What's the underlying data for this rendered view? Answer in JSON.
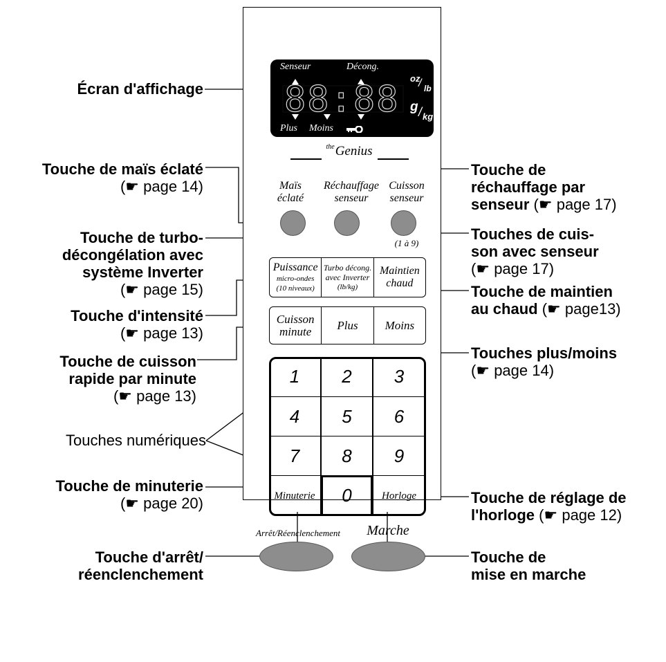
{
  "display": {
    "senseur": "Senseur",
    "decong": "Décong.",
    "digits": "88:88",
    "oz": "oz",
    "lb": "lb",
    "g": "g",
    "kg": "kg",
    "plus": "Plus",
    "moins": "Moins",
    "key_icon": "key-icon"
  },
  "brand": {
    "the": "the",
    "genius": "Genius"
  },
  "top_keys": {
    "mais_l1": "Maïs",
    "mais_l2": "éclaté",
    "rechauffage_l1": "Réchauffage",
    "rechauffage_l2": "senseur",
    "cuisson_l1": "Cuisson",
    "cuisson_l2": "senseur",
    "range": "(1 à 9)"
  },
  "row1": {
    "puissance": "Puissance",
    "micro": "micro-ondes",
    "niveaux": "(10 niveaux)",
    "turbo_l1": "Turbo décong.",
    "turbo_l2": "avec Inverter",
    "turbo_l3": "(lb/kg)",
    "maintien_l1": "Maintien",
    "maintien_l2": "chaud"
  },
  "row2": {
    "cuisson_l1": "Cuisson",
    "cuisson_l2": "minute",
    "plus": "Plus",
    "moins": "Moins"
  },
  "keypad": {
    "k1": "1",
    "k2": "2",
    "k3": "3",
    "k4": "4",
    "k5": "5",
    "k6": "6",
    "k7": "7",
    "k8": "8",
    "k9": "9",
    "k0": "0",
    "minuterie": "Minuterie",
    "horloge": "Horloge"
  },
  "bottom_keys": {
    "arret": "Arrêt/Réenclenchement",
    "marche": "Marche"
  },
  "callouts": {
    "ecran": "Écran d'affichage",
    "mais_l1": "Touche de maïs éclaté",
    "mais_l2": "page 14)",
    "turbo_l1": "Touche de turbo-",
    "turbo_l2": "décongélation avec",
    "turbo_l3": "système Inverter",
    "turbo_l4": "page 15)",
    "intensite_l1": "Touche d'intensité",
    "intensite_l2": "page 13)",
    "cuisson_min_l1": "Touche de cuisson",
    "cuisson_min_l2": "rapide par minute",
    "cuisson_min_l3": "page 13)",
    "numeriques": "Touches numériques",
    "minuterie_l1": "Touche de minuterie",
    "minuterie_l2": "page 20)",
    "arret_l1": "Touche d'arrêt/",
    "arret_l2": "réenclenchement",
    "rech_l1": "Touche de",
    "rech_l2": "réchauffage par",
    "rech_l3": "senseur",
    "rech_l3b": "page 17)",
    "cuis_sens_l1": "Touches de cuis-",
    "cuis_sens_l2": "son avec senseur",
    "cuis_sens_l3": "page 17)",
    "maintien_l1": "Touche de maintien",
    "maintien_l2": "au chaud",
    "maintien_l2b": "page13)",
    "plusmoins_l1": "Touches plus/moins",
    "plusmoins_l2": "page 14)",
    "horloge_l1": "Touche de réglage de",
    "horloge_l2": "l'horloge",
    "horloge_l2b": "page 12)",
    "marche_l1": "Touche de",
    "marche_l2": "mise en marche",
    "paren": "(",
    "pointer_icon": "pointing-hand-icon"
  }
}
